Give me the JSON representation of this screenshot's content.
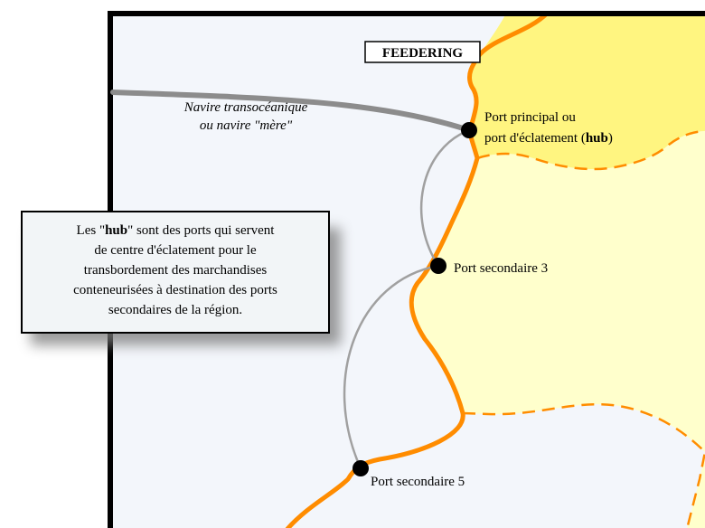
{
  "diagram": {
    "title": "FEEDERING",
    "mother_ship_label_line1": "Navire transocéanique",
    "mother_ship_label_line2": "ou navire \"mère\"",
    "hub_label_line1": "Port principal ou",
    "hub_label_line2_prefix": "port d'éclatement (",
    "hub_label_line2_bold": "hub",
    "hub_label_line2_suffix": ")",
    "port3_label": "Port secondaire 3",
    "port5_label": "Port secondaire 5",
    "info_box": {
      "line1_prefix": "Les \"",
      "line1_bold": "hub",
      "line1_suffix": "\" sont des ports qui servent",
      "line2": "de centre d'éclatement pour le",
      "line3": "transbordement des marchandises",
      "line4": "conteneurisées à destination des ports",
      "line5": "secondaires de la région."
    }
  },
  "colors": {
    "sea": "#f3f6fb",
    "land_hub_region": "#fff580",
    "land_secondary_region": "#ffffcc",
    "coastline": "#ff8c00",
    "frame": "#000000",
    "ship_route": "#8c8c8c",
    "feeder_route": "#a0a0a0",
    "port": "#000000",
    "info_box_fill": "#f2f5f7"
  }
}
